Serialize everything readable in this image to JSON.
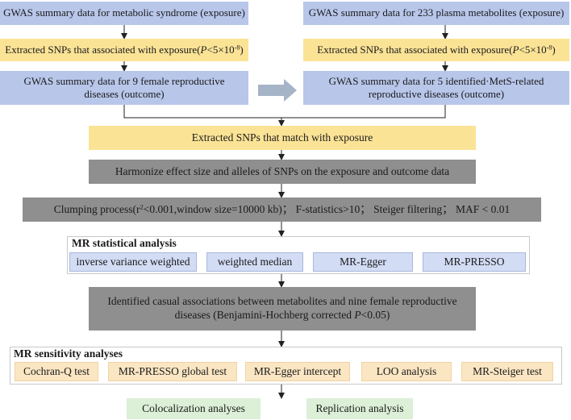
{
  "left": {
    "exposure": "GWAS summary data for metabolic syndrome (exposure)",
    "snps_pre": "Extracted SNPs that associated with exposure(",
    "snps_p": "P",
    "snps_mid": "<5×10",
    "snps_exp": "-8",
    "snps_post": ")",
    "outcome": "GWAS summary data for 9 female reproductive diseases (outcome)"
  },
  "right": {
    "exposure": "GWAS summary data for 233 plasma metabolites (exposure)",
    "snps_pre": "Extracted SNPs that associated with exposure(",
    "snps_p": "P",
    "snps_mid": "<5×10",
    "snps_exp": "-8",
    "snps_post": ")",
    "outcome": "GWAS summary data for 5 identified·MetS-related reproductive diseases (outcome)"
  },
  "match": "Extracted SNPs that match with exposure",
  "harmonize": "Harmonize effect size and alleles of SNPs on the exposure and outcome data",
  "clumping": {
    "pre": "Clumping process(r",
    "sup": "2",
    "post": "<0.001,window size=10000 kb)；  F-statistics>10；  Steiger filtering；  MAF < 0.01"
  },
  "mr_analysis": {
    "title": "MR statistical analysis",
    "methods": [
      "inverse variance weighted",
      "weighted median",
      "MR-Egger",
      "MR-PRESSO"
    ]
  },
  "identified": {
    "line1": "Identified casual associations between metabolites and nine female reproductive",
    "line2_pre": "diseases (Benjamini-Hochberg corrected ",
    "line2_p": "P",
    "line2_post": "<0.05)"
  },
  "sensitivity": {
    "title": "MR sensitivity analyses",
    "tests": [
      "Cochran-Q test",
      "MR-PRESSO global test",
      "MR-Egger intercept",
      "LOO analysis",
      "MR-Steiger test"
    ]
  },
  "final": {
    "colocalization": "Colocalization analyses",
    "replication": "Replication analysis"
  },
  "colors": {
    "blue": "#b8c6ea",
    "yellow": "#fbe396",
    "gray": "#8f8f8f",
    "method_blue": "#d2dcf4",
    "test_orange": "#fbe6c3",
    "green": "#dcefd7",
    "arrow_gray": "#a6b4c8"
  }
}
